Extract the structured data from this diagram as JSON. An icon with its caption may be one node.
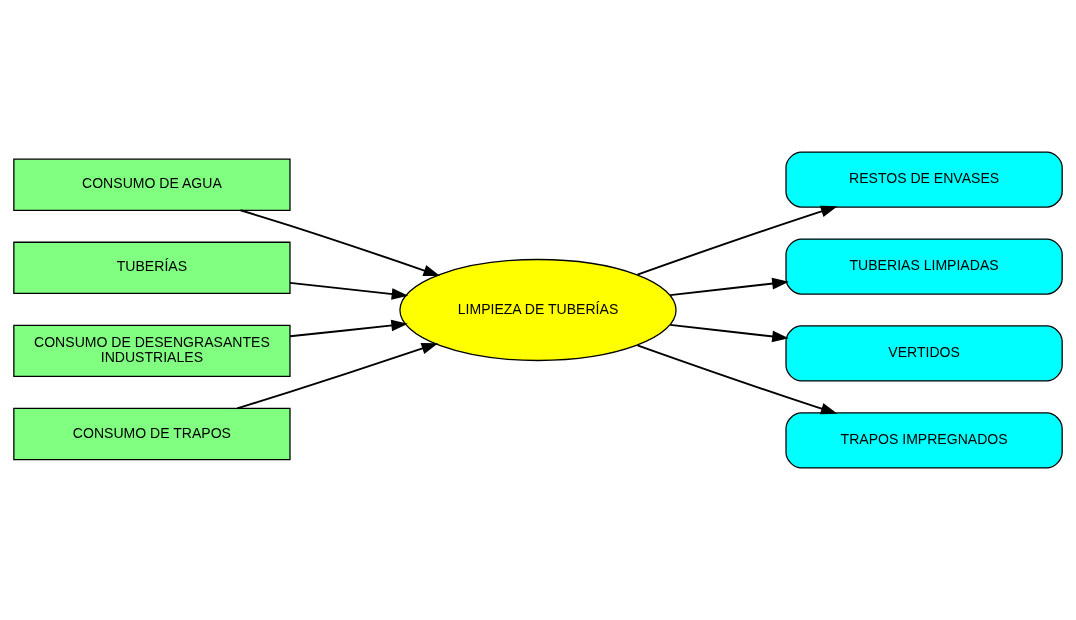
{
  "diagram": {
    "nodes": [
      {
        "text": [
          "CONSUMO DE AGUA"
        ]
      },
      {
        "text": [
          "TUBERÍAS"
        ]
      },
      {
        "text": [
          "CONSUMO DE DESENGRASANTES INDUSTRIALES"
        ]
      },
      {
        "text": [
          "CONSUMO DE TRAPOS"
        ]
      },
      {
        "text": [
          "LIMPIEZA DE TUBERÍAS"
        ]
      },
      {
        "text": [
          "RESTOS DE ENVASES"
        ]
      },
      {
        "text": [
          "TUBERIAS LIMPIADAS"
        ]
      },
      {
        "text": [
          "VERTIDOS"
        ]
      },
      {
        "text": [
          "TRAPOS IMPREGNADOS"
        ]
      }
    ],
    "edges": [
      {
        "from": 0,
        "to": 4,
        "arrow": "to"
      },
      {
        "from": 1,
        "to": 4,
        "arrow": "to"
      },
      {
        "from": 2,
        "to": 4,
        "arrow": "to"
      },
      {
        "from": 3,
        "to": 4,
        "arrow": "to"
      },
      {
        "from": 4,
        "to": 5,
        "arrow": "to"
      },
      {
        "from": 4,
        "to": 6,
        "arrow": "to"
      },
      {
        "from": 4,
        "to": 7,
        "arrow": "to"
      },
      {
        "from": 4,
        "to": 8,
        "arrow": "to"
      }
    ]
  }
}
